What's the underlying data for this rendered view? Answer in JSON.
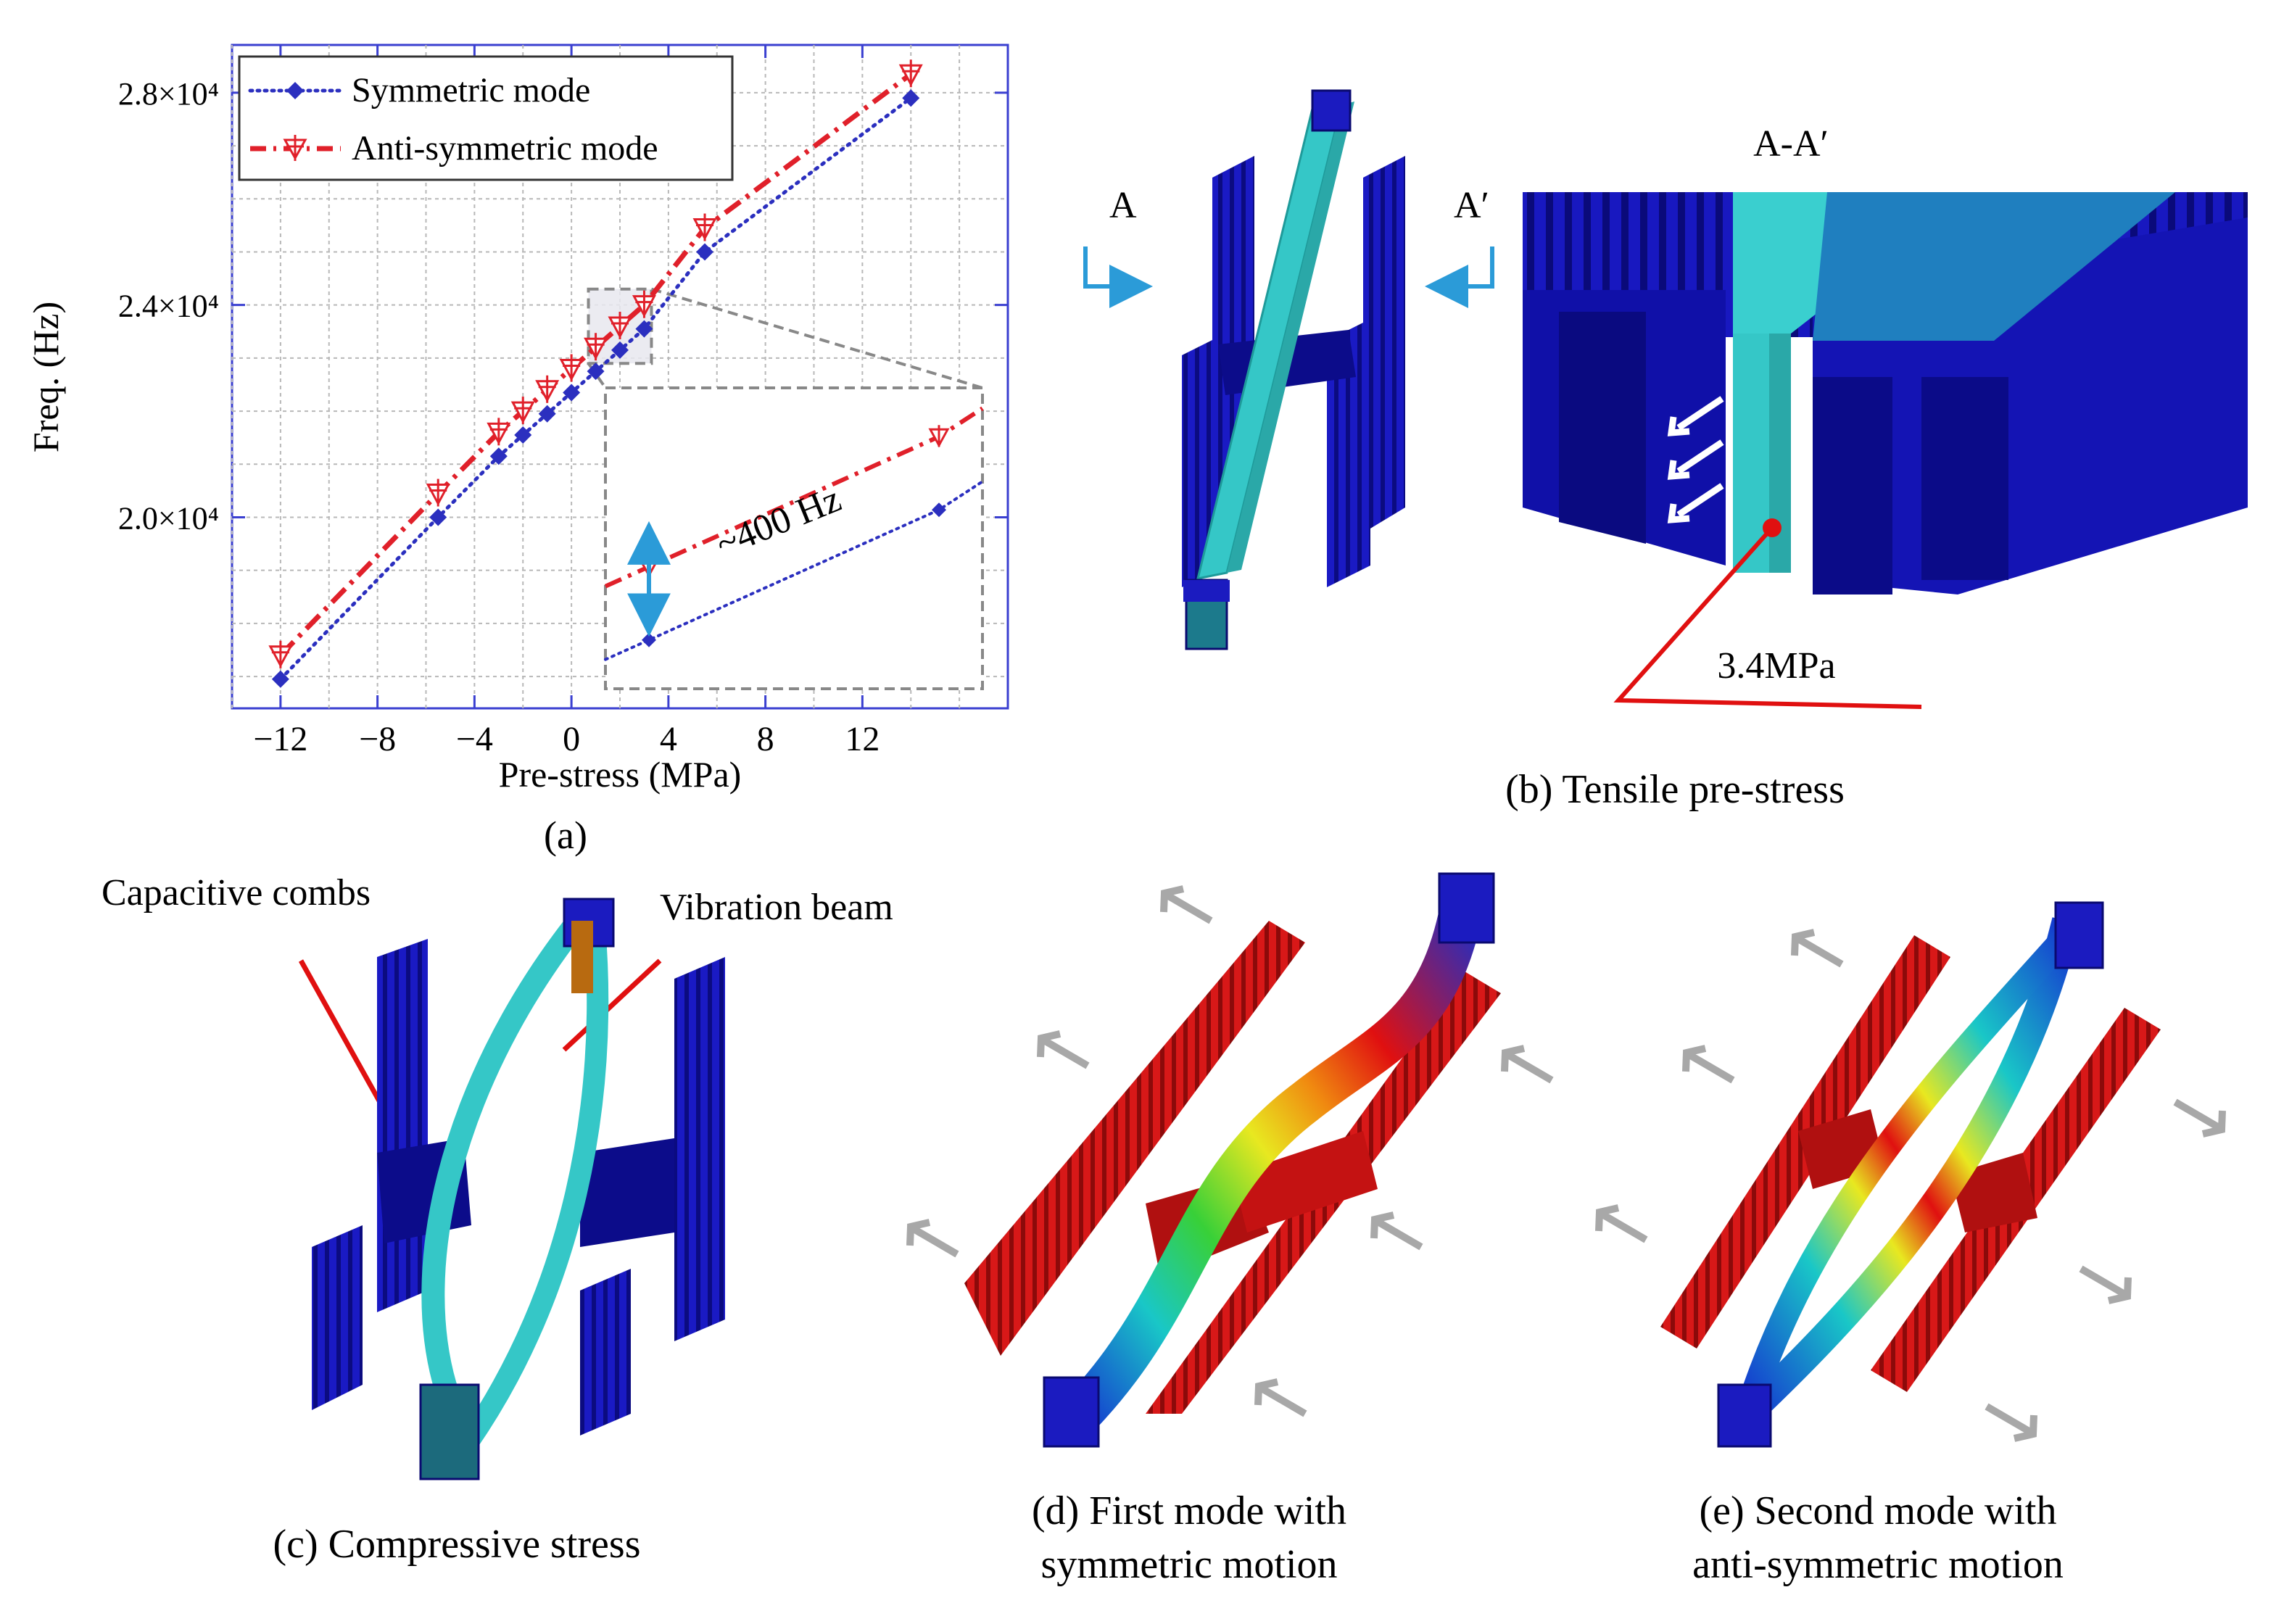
{
  "chart_data": {
    "type": "line",
    "panel_label": "(a)",
    "xlabel": "Pre-stress (MPa)",
    "ylabel": "Freq. (Hz)",
    "xlim": [
      -14,
      18
    ],
    "ylim": [
      16400,
      28900
    ],
    "xticks": [
      -12,
      -8,
      -4,
      0,
      4,
      8,
      12
    ],
    "xtick_labels": [
      "−12",
      "−8",
      "−4",
      "0",
      "4",
      "8",
      "12"
    ],
    "yticks": [
      20000,
      24000,
      28000
    ],
    "ytick_labels": [
      "2.0×10⁴",
      "2.4×10⁴",
      "2.8×10⁴"
    ],
    "grid": true,
    "legend_position": "top-left",
    "series": [
      {
        "name": "Symmetric mode",
        "color": "#2b2fbf",
        "marker": "diamond",
        "x": [
          -12,
          -5.5,
          -3,
          -2,
          -1,
          0,
          1,
          2,
          3,
          5.5,
          14
        ],
        "y": [
          16950,
          20000,
          21150,
          21550,
          21950,
          22350,
          22750,
          23150,
          23550,
          25000,
          27900
        ]
      },
      {
        "name": "Anti-symmetric mode",
        "color": "#e0202a",
        "marker": "triangle-cross",
        "x": [
          -12,
          -5.5,
          -3,
          -2,
          -1,
          0,
          1,
          2,
          3,
          5.5,
          14
        ],
        "y": [
          17400,
          20450,
          21600,
          22000,
          22400,
          22800,
          23200,
          23600,
          24000,
          25450,
          28350
        ]
      }
    ],
    "inset": {
      "annotation": "~400 Hz"
    }
  },
  "panels": {
    "b": {
      "caption": "(b) Tensile pre-stress",
      "label_a": "A",
      "label_a_prime": "A′",
      "section_label": "A-A′",
      "stress_label": "3.4MPa"
    },
    "c": {
      "caption": "(c) Compressive stress",
      "comb_label": "Capacitive combs",
      "beam_label": "Vibration beam"
    },
    "d": {
      "caption_line1": "(d) First mode with",
      "caption_line2": "symmetric motion"
    },
    "e": {
      "caption_line1": "(e) Second mode with",
      "caption_line2": "anti-symmetric motion"
    }
  },
  "colors": {
    "structure_blue": "#1616b8",
    "beam_cyan": "#35c7c7",
    "mode_red": "#d41414",
    "arrow_blue": "#2b9bd8",
    "arrow_gray": "#a8a8a8",
    "annotation_red": "#e01010"
  }
}
